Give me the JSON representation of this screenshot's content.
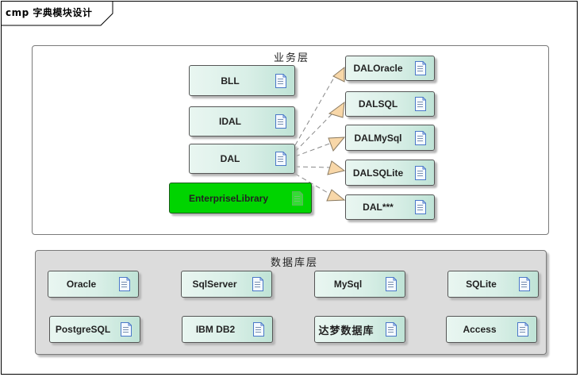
{
  "frame": {
    "title": "cmp 字典模块设计"
  },
  "packages": {
    "business": {
      "title": "业务层",
      "components": [
        {
          "id": "bll",
          "label": "BLL"
        },
        {
          "id": "idal",
          "label": "IDAL"
        },
        {
          "id": "dal",
          "label": "DAL"
        },
        {
          "id": "enterprise-library",
          "label": "EnterpriseLibrary",
          "highlight": true
        },
        {
          "id": "dal-oracle",
          "label": "DALOracle"
        },
        {
          "id": "dal-sql",
          "label": "DALSQL"
        },
        {
          "id": "dal-mysql",
          "label": "DALMySql"
        },
        {
          "id": "dal-sqlite",
          "label": "DALSQLite"
        },
        {
          "id": "dal-other",
          "label": "DAL***"
        }
      ]
    },
    "database": {
      "title": "数据库层",
      "components": [
        {
          "id": "oracle",
          "label": "Oracle"
        },
        {
          "id": "sqlserver",
          "label": "SqlServer"
        },
        {
          "id": "mysql",
          "label": "MySql"
        },
        {
          "id": "sqlite",
          "label": "SQLite"
        },
        {
          "id": "postgresql",
          "label": "PostgreSQL"
        },
        {
          "id": "ibm-db2",
          "label": "IBM DB2"
        },
        {
          "id": "dameng",
          "label": "达梦数据库"
        },
        {
          "id": "access",
          "label": "Access"
        }
      ]
    }
  },
  "relations": [
    {
      "from": "DAL",
      "to": "DALOracle",
      "type": "realization"
    },
    {
      "from": "DAL",
      "to": "DALSQL",
      "type": "realization"
    },
    {
      "from": "DAL",
      "to": "DALMySql",
      "type": "realization"
    },
    {
      "from": "DAL",
      "to": "DALSQLite",
      "type": "realization"
    },
    {
      "from": "DAL",
      "to": "DAL***",
      "type": "realization"
    }
  ],
  "colors": {
    "component_fill": "#d9efe7",
    "highlight_fill": "#00d400",
    "db_package_fill": "#dcdcdc",
    "arrow_fill": "#f8d7a8",
    "icon_stroke": "#4a78c8"
  }
}
